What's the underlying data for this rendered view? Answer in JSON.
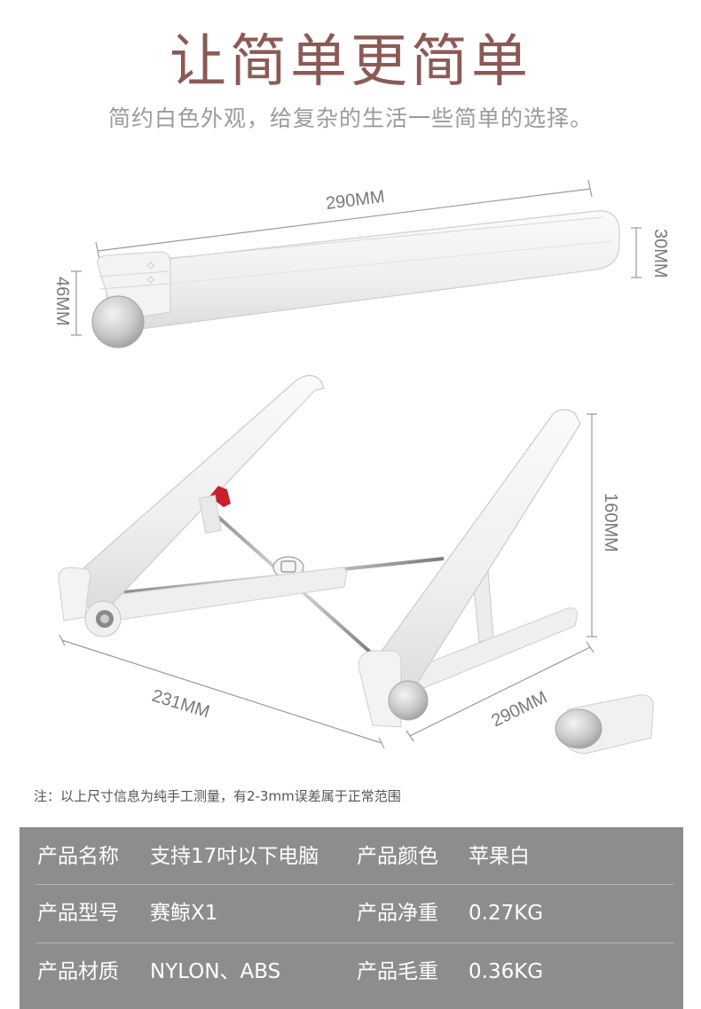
{
  "header": {
    "title": "让简单更简单",
    "subtitle": "简约白色外观，给复杂的生活一些简单的选择。"
  },
  "dimensions": {
    "folded_length": "290MM",
    "folded_height": "30MM",
    "folded_depth": "46MM",
    "open_height": "160MM",
    "open_base_length": "231MM",
    "open_arm_length": "290MM"
  },
  "note": "注：以上尺寸信息为纯手工测量，有2-3mm误差属于正常范围",
  "specs": [
    {
      "label1": "产品名称",
      "value1": "支持17吋以下电脑",
      "label2": "产品颜色",
      "value2": "苹果白"
    },
    {
      "label1": "产品型号",
      "value1": "赛鲸X1",
      "label2": "产品净重",
      "value2": "0.27KG"
    },
    {
      "label1": "产品材质",
      "value1": "NYLON、ABS",
      "label2": "产品毛重",
      "value2": "0.36KG"
    }
  ],
  "colors": {
    "title": "#8c5a55",
    "subtitle": "#9b9b9b",
    "spec_background": "#8d8d8d",
    "accent_red": "#c8202a"
  }
}
